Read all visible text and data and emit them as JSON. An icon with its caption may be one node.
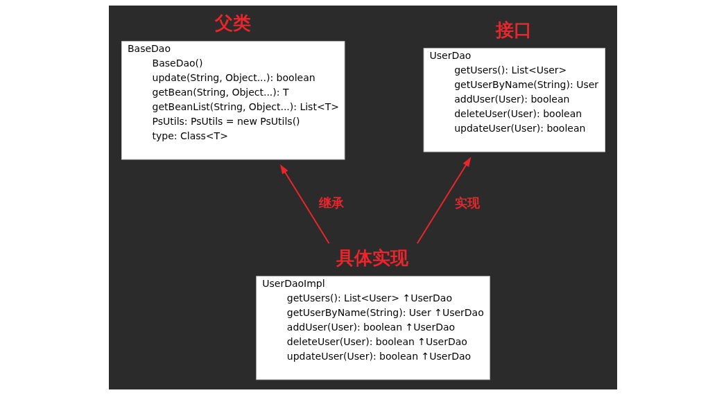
{
  "diagram": {
    "nodes": [
      {
        "text": [
          "BaseDao",
          "BaseDao()",
          "update(String, Object...): boolean",
          "getBean(String, Object...): T",
          "getBeanList(String, Object...): List<T>",
          "PsUtils: PsUtils = new PsUtils()",
          "type: Class<T>"
        ],
        "beside": [
          "父类"
        ]
      },
      {
        "text": [
          "UserDao",
          "getUsers(): List<User>",
          "getUserByName(String): User",
          "addUser(User): boolean",
          "deleteUser(User): boolean",
          "updateUser(User): boolean"
        ],
        "beside": [
          "接口"
        ]
      },
      {
        "text": [
          "UserDaoImpl",
          "getUsers(): List<User> ↑UserDao",
          "getUserByName(String): User ↑UserDao",
          "addUser(User): boolean ↑UserDao",
          "deleteUser(User): boolean ↑UserDao",
          "updateUser(User): boolean ↑UserDao"
        ],
        "beside": [
          "具体实现"
        ]
      }
    ],
    "edges": [
      {
        "from": 2,
        "to": 0,
        "arrow": "to",
        "label": "继承"
      },
      {
        "from": 2,
        "to": 1,
        "arrow": "to",
        "label": "实现"
      }
    ]
  }
}
